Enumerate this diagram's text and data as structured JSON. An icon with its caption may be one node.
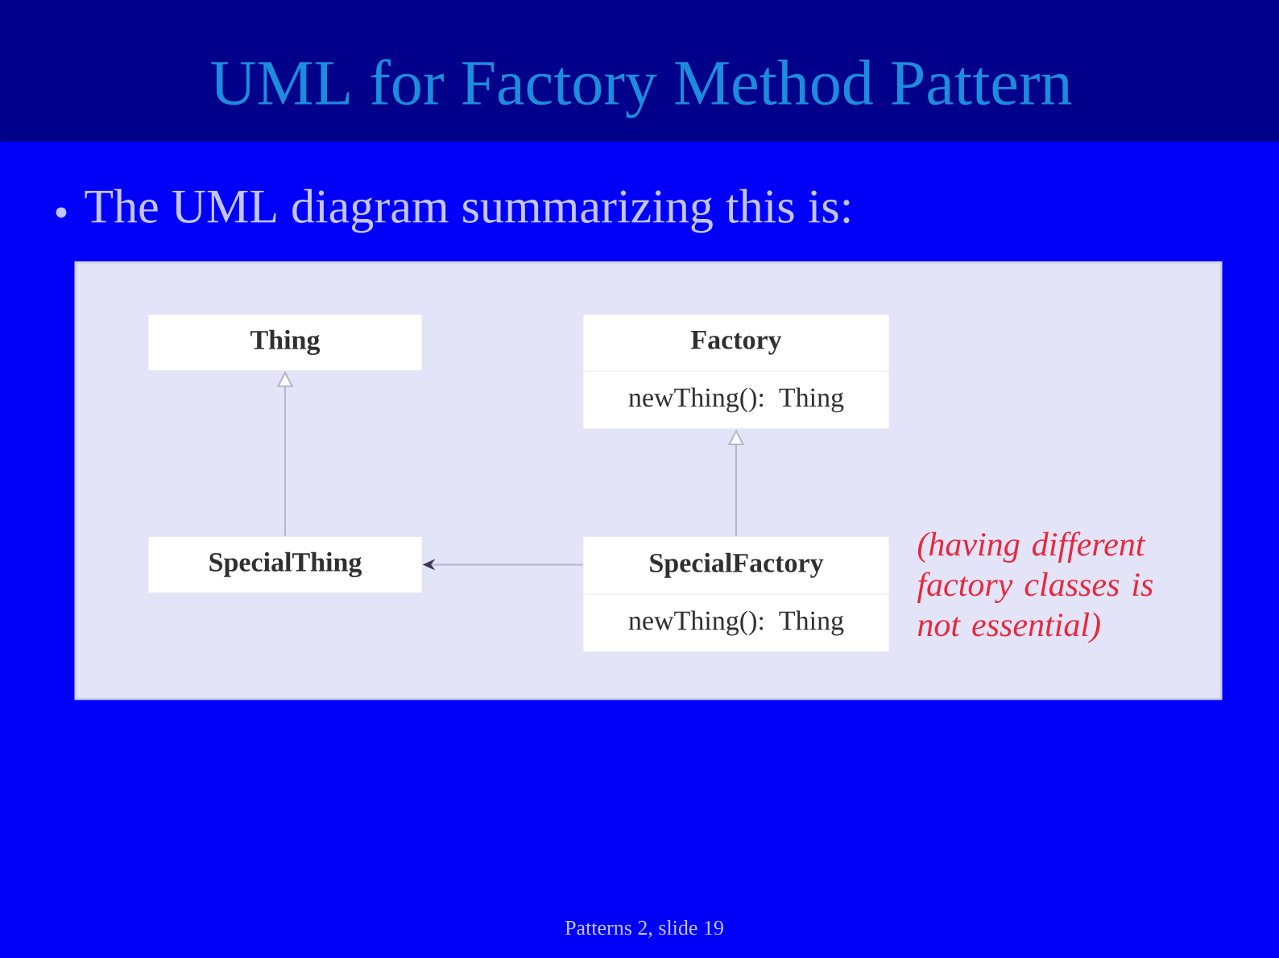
{
  "diagram": {
    "title": "UML for Factory Method Pattern",
    "nodes": [
      {
        "text": [
          "Thing"
        ]
      },
      {
        "text": [
          "Factory",
          "newThing(): Thing"
        ]
      },
      {
        "text": [
          "SpecialThing"
        ]
      },
      {
        "text": [
          "SpecialFactory",
          "newThing(): Thing"
        ]
      }
    ],
    "edges": [
      {
        "from": 2,
        "to": 0,
        "arrow": "to"
      },
      {
        "from": 3,
        "to": 1,
        "arrow": "to"
      },
      {
        "from": 3,
        "to": 2,
        "arrow": "to"
      }
    ],
    "labels": [
      "The UML diagram summarizing this is:",
      "(having different factory classes is not essential)",
      "Patterns 2, slide 19"
    ]
  }
}
